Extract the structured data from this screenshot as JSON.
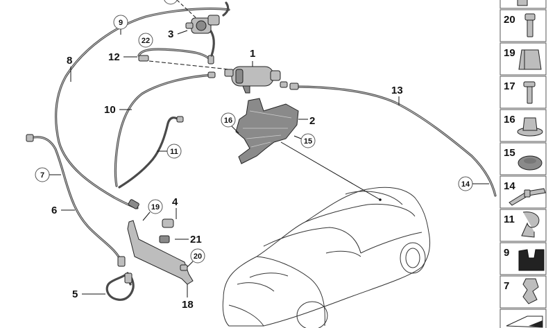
{
  "diagram": {
    "callouts": {
      "c1": "1",
      "c2": "2",
      "c3": "3",
      "c4": "4",
      "c5": "5",
      "c6": "6",
      "c7": "7",
      "c8": "8",
      "c9": "9",
      "c10": "10",
      "c11": "11",
      "c12": "12",
      "c13": "13",
      "c14": "14",
      "c15": "15",
      "c16": "16",
      "c18": "18",
      "c19": "19",
      "c20": "20",
      "c21": "21",
      "c22": "22"
    },
    "side_panel": [
      "20",
      "19",
      "17",
      "16",
      "15",
      "14",
      "11",
      "9",
      "7"
    ]
  }
}
